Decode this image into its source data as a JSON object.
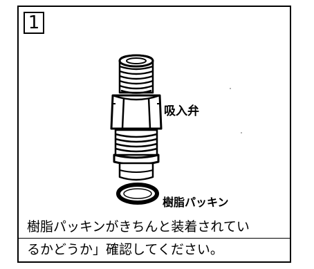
{
  "step": {
    "number": "1"
  },
  "labels": {
    "valve": "吸入弁",
    "packing": "樹脂パッキン"
  },
  "instruction": {
    "line1": "樹脂パッキンがきちんと装着されてい",
    "line2": "るかどうか」確認してください。"
  }
}
